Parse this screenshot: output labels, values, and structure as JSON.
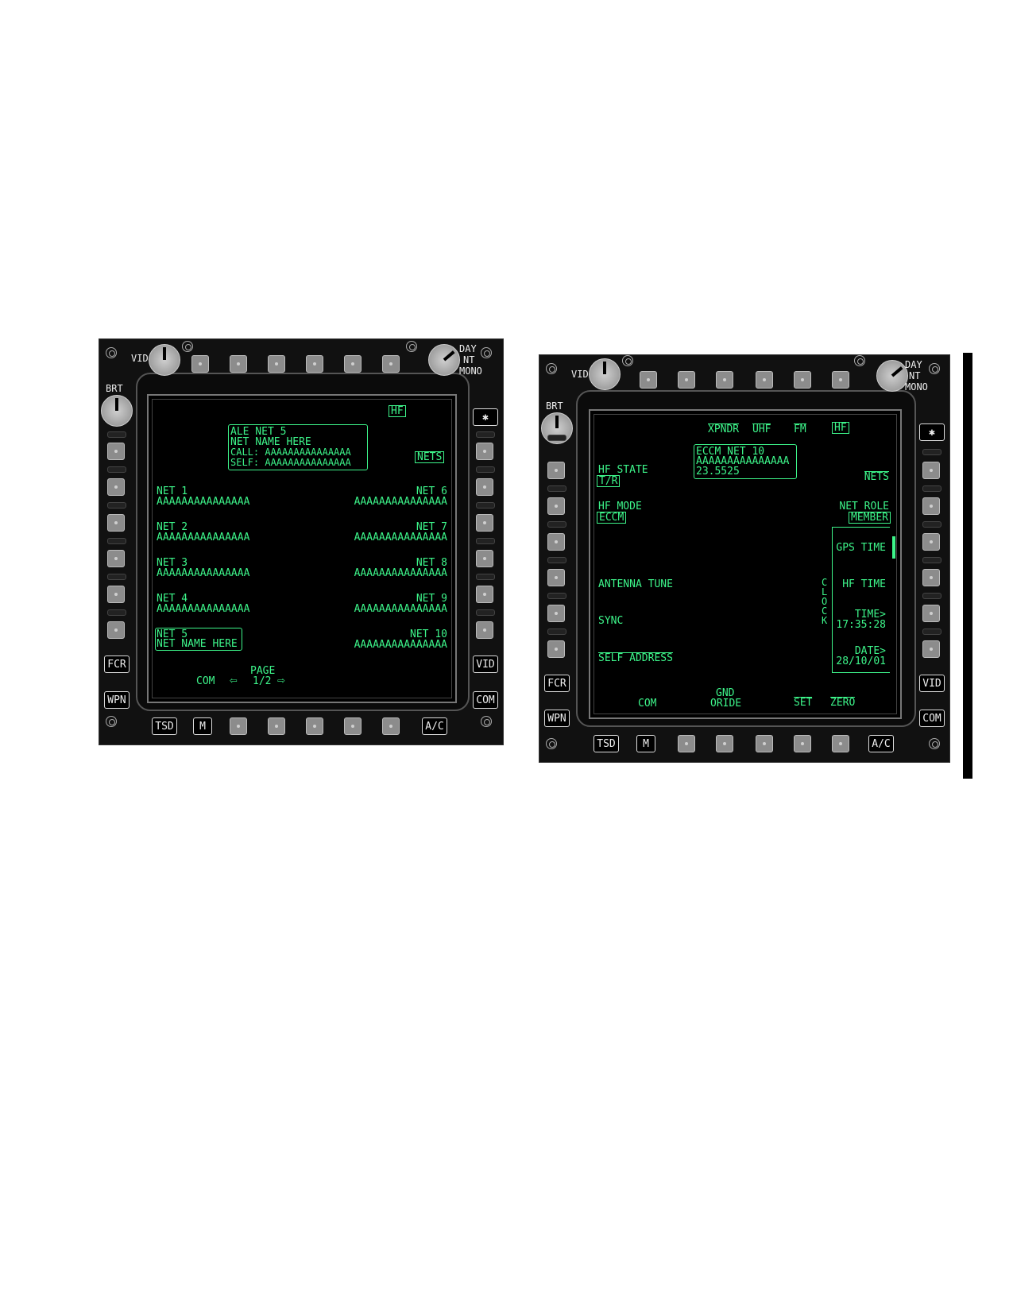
{
  "left_mfd": {
    "knobs": {
      "vid": "VID",
      "brt": "BRT",
      "day": "DAY",
      "nt": "NT",
      "mono": "MONO"
    },
    "bezel_buttons": {
      "star": "✱",
      "fcr": "FCR",
      "vid": "VID",
      "wpn": "WPN",
      "com": "COM",
      "tsd": "TSD",
      "m": "M",
      "ac": "A/C"
    },
    "top_label": "HF",
    "info_box": [
      "ALE NET 5",
      "NET NAME HERE",
      "CALL: AAAAAAAAAAAAAAA",
      "SELF: AAAAAAAAAAAAAAA"
    ],
    "nets_label": "NETS",
    "left_nets": [
      {
        "label": "NET 1",
        "value": "AAAAAAAAAAAAAAA"
      },
      {
        "label": "NET 2",
        "value": "AAAAAAAAAAAAAAA"
      },
      {
        "label": "NET 3",
        "value": "AAAAAAAAAAAAAAA"
      },
      {
        "label": "NET 4",
        "value": "AAAAAAAAAAAAAAA"
      },
      {
        "label": "NET 5",
        "value": "NET NAME HERE"
      }
    ],
    "right_nets": [
      {
        "label": "NET 6",
        "value": "AAAAAAAAAAAAAAA"
      },
      {
        "label": "NET 7",
        "value": "AAAAAAAAAAAAAAA"
      },
      {
        "label": "NET 8",
        "value": "AAAAAAAAAAAAAAA"
      },
      {
        "label": "NET 9",
        "value": "AAAAAAAAAAAAAAA"
      },
      {
        "label": "NET 10",
        "value": "AAAAAAAAAAAAAAA"
      }
    ],
    "bottom": {
      "com": "COM",
      "page_label": "PAGE",
      "page_value": "1/2",
      "prev": "⇦",
      "next": "⇨"
    }
  },
  "right_mfd": {
    "knobs": {
      "vid": "VID",
      "brt": "BRT",
      "day": "DAY",
      "nt": "NT",
      "mono": "MONO"
    },
    "bezel_buttons": {
      "star": "✱",
      "fcr": "FCR",
      "vid": "VID",
      "wpn": "WPN",
      "com": "COM",
      "tsd": "TSD",
      "m": "M",
      "ac": "A/C"
    },
    "top_tabs": [
      "XPNDR",
      "UHF",
      "FM",
      "HF"
    ],
    "info_box": [
      "ECCM NET 10",
      "AAAAAAAAAAAAAAA",
      "23.5525"
    ],
    "left": {
      "hf_state_label": "HF STATE",
      "hf_state_value": "T/R",
      "hf_mode_label": "HF MODE",
      "hf_mode_value": "ECCM",
      "antenna_tune": "ANTENNA TUNE",
      "sync": "SYNC",
      "self_address": "SELF ADDRESS"
    },
    "right": {
      "nets": "NETS",
      "net_role_label": "NET ROLE",
      "net_role_value": "MEMBER",
      "gps_time": "GPS TIME",
      "hf_time": "HF TIME",
      "time_label": "TIME>",
      "time_value": "17:35:28",
      "date_label": "DATE>",
      "date_value": "28/10/01",
      "clock_label": "CLOCK"
    },
    "bottom": {
      "com": "COM",
      "gnd_label": "GND",
      "oride_label": "ORIDE",
      "set": "SET",
      "zero": "ZERO"
    }
  },
  "colors": {
    "symbology": "#3df58a",
    "bezel": "#111111",
    "screen": "#000000"
  }
}
